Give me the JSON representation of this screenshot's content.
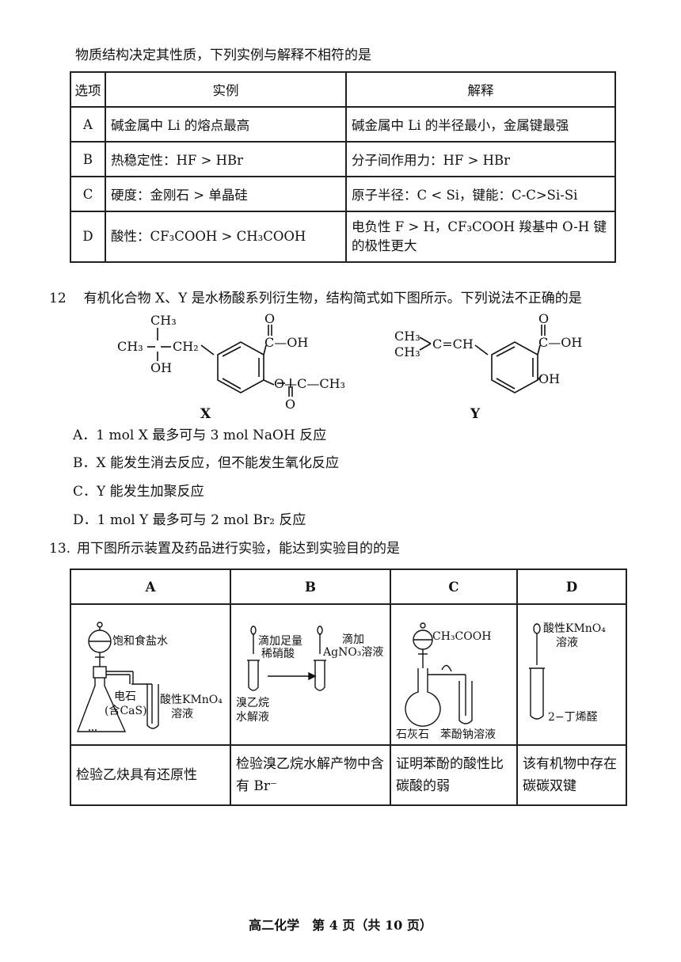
{
  "q11": {
    "stem": "物质结构决定其性质，下列实例与解释不相符的是",
    "headers": [
      "选项",
      "实例",
      "解释"
    ],
    "rows": [
      {
        "opt": "A",
        "example": "碱金属中 Li 的熔点最高",
        "explanation": "碱金属中 Li 的半径最小，金属键最强"
      },
      {
        "opt": "B",
        "example": "热稳定性：HF > HBr",
        "explanation": "分子间作用力：HF > HBr"
      },
      {
        "opt": "C",
        "example": "硬度：金刚石 > 单晶硅",
        "explanation": "原子半径：C < Si，键能：C-C>Si-Si"
      },
      {
        "opt": "D",
        "example": "酸性：CF₃COOH > CH₃COOH",
        "explanation": "电负性 F > H，CF₃COOH 羧基中 O-H 键的极性更大"
      }
    ]
  },
  "q12": {
    "number": "12",
    "stem": "有机化合物 X、Y 是水杨酸系列衍生物，结构简式如下图所示。下列说法不正确的是",
    "label_x": "X",
    "label_y": "Y",
    "struct_x": {
      "ch3_top": "CH₃",
      "ch3_left": "CH₃",
      "ch2": "CH₂",
      "oh": "OH",
      "o_carbonyl": "O",
      "cooh": "C—OH",
      "ester_o": "O—C—CH₃",
      "ester_carbonyl": "O"
    },
    "struct_y": {
      "ch3_a": "CH₃",
      "ch3_b": "CH₃",
      "alkene": "C=CH",
      "o_carbonyl": "O",
      "cooh": "C—OH",
      "oh": "OH"
    },
    "choices": [
      "A．1 mol X 最多可与 3 mol NaOH 反应",
      "B．X 能发生消去反应，但不能发生氧化反应",
      "C．Y 能发生加聚反应",
      "D．1 mol Y 最多可与 2 mol Br₂ 反应"
    ]
  },
  "q13": {
    "number": "13.",
    "stem": "用下图所示装置及药品进行实验，能达到实验目的的是",
    "headers": [
      "A",
      "B",
      "C",
      "D"
    ],
    "apparatus": {
      "A": {
        "funnel": "饱和食盐水",
        "flask1": "电石",
        "flask2": "(含CaS)",
        "tube1": "酸性KMnO₄",
        "tube2": "溶液"
      },
      "B": {
        "drop1a": "滴加足量",
        "drop1b": "稀硝酸",
        "drop2a": "滴加",
        "drop2b": "AgNO₃溶液",
        "tube1": "溴乙烷",
        "tube2": "水解液"
      },
      "C": {
        "funnel": "CH₃COOH",
        "flask": "石灰石",
        "tube": "苯酚钠溶液"
      },
      "D": {
        "reagent1": "酸性KMnO₄",
        "reagent2": "溶液",
        "substance": "2−丁烯醛"
      }
    },
    "purposes": [
      "检验乙炔具有还原性",
      "检验溴乙烷水解产物中含有 Br⁻",
      "证明苯酚的酸性比碳酸的弱",
      "该有机物中存在碳碳双键"
    ]
  },
  "footer": "高二化学　第 4 页（共 10 页）"
}
